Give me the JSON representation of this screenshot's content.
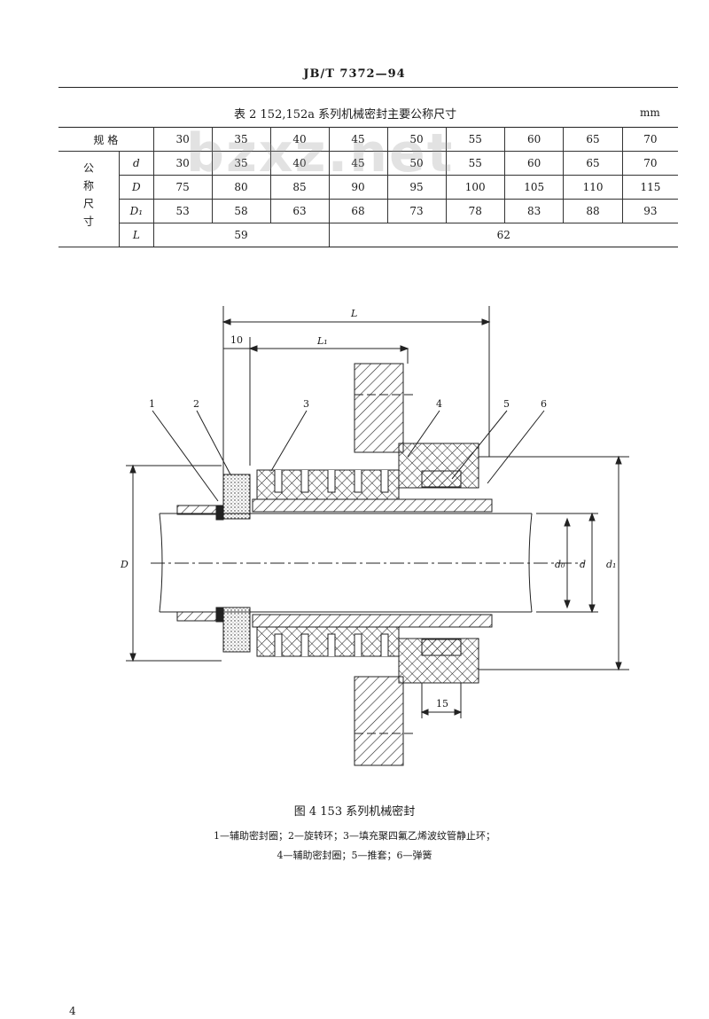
{
  "header": {
    "doc_code": "JB/T 7372—94"
  },
  "table": {
    "caption": "表 2 152,152a 系列机械密封主要公称尺寸",
    "unit": "mm",
    "spec_label": "规 格",
    "group_label": "公称尺寸",
    "spec_row": [
      "30",
      "35",
      "40",
      "45",
      "50",
      "55",
      "60",
      "65",
      "70"
    ],
    "rows": [
      {
        "symbol": "d",
        "values": [
          "30",
          "35",
          "40",
          "45",
          "50",
          "55",
          "60",
          "65",
          "70"
        ]
      },
      {
        "symbol": "D",
        "values": [
          "75",
          "80",
          "85",
          "90",
          "95",
          "100",
          "105",
          "110",
          "115"
        ]
      },
      {
        "symbol": "D₁",
        "values": [
          "53",
          "58",
          "63",
          "68",
          "73",
          "78",
          "83",
          "88",
          "93"
        ]
      }
    ],
    "l_row": {
      "symbol": "L",
      "left_value": "59",
      "right_value": "62"
    }
  },
  "watermark": "bzxz.net",
  "drawing": {
    "dim_L": "L",
    "dim_L1": "L₁",
    "dim_10": "10",
    "dim_15": "15",
    "dim_D": "D",
    "dim_d": "d",
    "dim_d0": "d₀",
    "dim_d1": "d₁",
    "callouts": [
      "1",
      "2",
      "3",
      "4",
      "5",
      "6"
    ]
  },
  "figure": {
    "caption": "图 4 153 系列机械密封",
    "legend_line1": "1—辅助密封圈；2—旋转环；3—填充聚四氟乙烯波纹管静止环；",
    "legend_line2": "4—辅助密封圈；5—推套；6—弹簧"
  },
  "page": {
    "number": "4"
  }
}
